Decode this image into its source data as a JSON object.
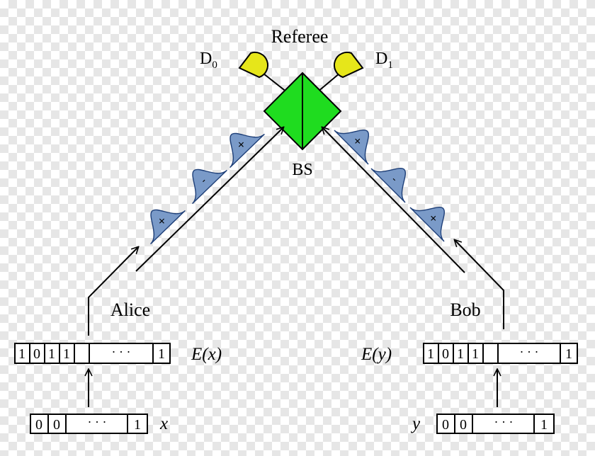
{
  "labels": {
    "referee": "Referee",
    "d0": "D",
    "d0_sub": "0",
    "d1": "D",
    "d1_sub": "1",
    "bs": "BS",
    "alice": "Alice",
    "bob": "Bob",
    "ex": "E(x)",
    "ey": "E(y)",
    "x": "x",
    "y": "y"
  },
  "registers": {
    "alice_encoded": [
      "1",
      "0",
      "1",
      "1",
      "· · ·",
      "1"
    ],
    "alice_input": [
      "0",
      "0",
      "· · ·",
      "1"
    ],
    "bob_encoded": [
      "1",
      "0",
      "1",
      "1",
      "· · ·",
      "1"
    ],
    "bob_input": [
      "0",
      "0",
      "· · ·",
      "1"
    ]
  },
  "pulses": {
    "alice": [
      "+",
      "-",
      "+"
    ],
    "bob": [
      "+",
      "-",
      "+"
    ]
  },
  "colors": {
    "detector": "#e6e61a",
    "beam_splitter": "#1fdc1f",
    "pulse": "#7a9ac8",
    "line": "#000000"
  }
}
